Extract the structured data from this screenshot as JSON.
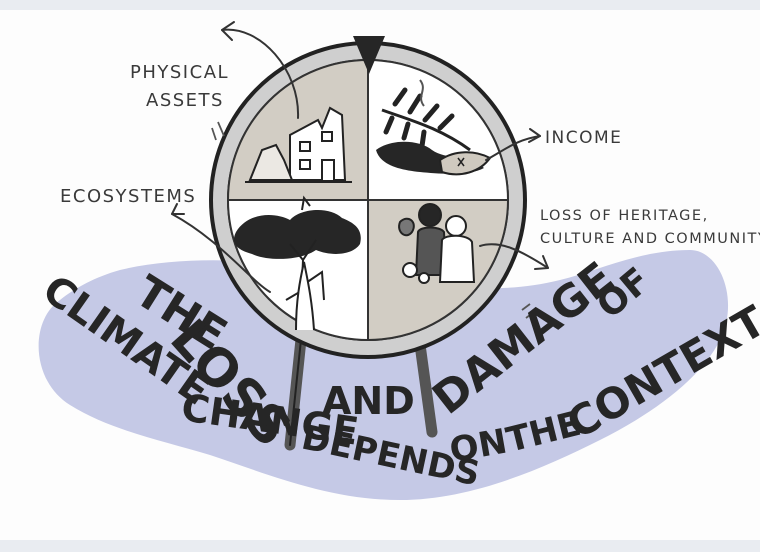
{
  "labels": {
    "physical_assets_line1": "PHYSICAL",
    "physical_assets_line2": "ASSETS",
    "income": "INCOME",
    "ecosystems": "ECOSYSTEMS",
    "heritage_line1": "LOSS OF HERITAGE,",
    "heritage_line2": "CULTURE AND COMMUNITY"
  },
  "headline": {
    "w1": "THE",
    "w2": "LOSS",
    "w3": "AND",
    "w4": "DAMAGE",
    "w5": "OF",
    "w6": "CLIMATE",
    "w7": "CHANGE",
    "w8": "DEPENDS",
    "w9": "ON",
    "w10": "THE",
    "w11": "CONTEXT"
  },
  "colors": {
    "blob": "#c5c9e6",
    "wheel_shade": "#d2cdc4",
    "ink": "#262626",
    "stand": "#555555"
  },
  "icons": {
    "pointer": "triangle-pointer-icon",
    "house": "damaged-house-icon",
    "plant": "fish-and-branch-icon",
    "tree": "tree-icon",
    "people": "people-icon"
  }
}
